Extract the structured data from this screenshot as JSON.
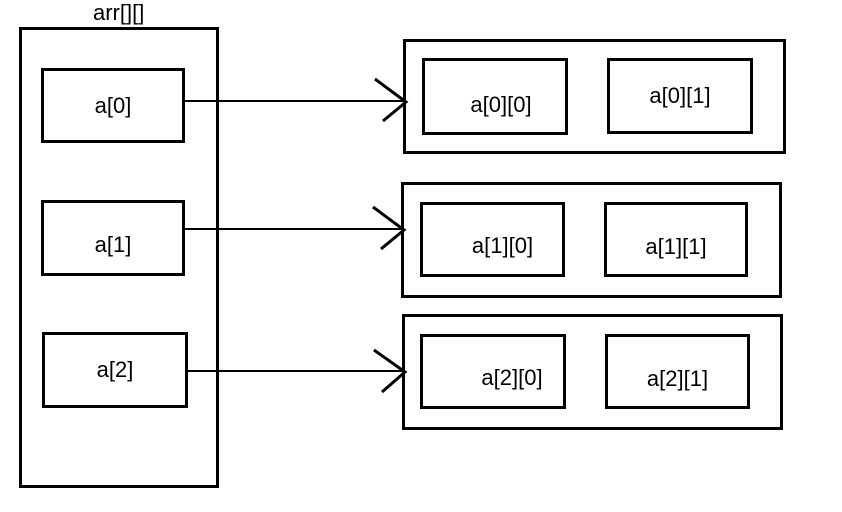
{
  "diagram": {
    "title": "arr[][]",
    "pointers": [
      {
        "label": "a[0]"
      },
      {
        "label": "a[1]"
      },
      {
        "label": "a[2]"
      }
    ],
    "rows": [
      {
        "cells": [
          {
            "label": "a[0][0]"
          },
          {
            "label": "a[0][1]"
          }
        ]
      },
      {
        "cells": [
          {
            "label": "a[1][0]"
          },
          {
            "label": "a[1][1]"
          }
        ]
      },
      {
        "cells": [
          {
            "label": "a[2][0]"
          },
          {
            "label": "a[2][1]"
          }
        ]
      }
    ],
    "colors": {
      "line": "#000000",
      "text": "#000000",
      "background": "#ffffff"
    }
  }
}
